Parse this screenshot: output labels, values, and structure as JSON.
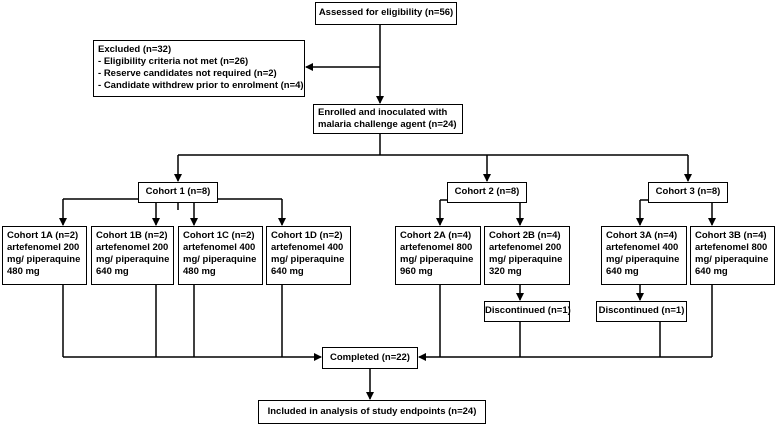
{
  "assessed": "Assessed for eligibility (n=56)",
  "excluded": {
    "title": "Excluded (n=32)",
    "items": [
      "Eligibility criteria not met (n=26)",
      "Reserve candidates not required (n=2)",
      "Candidate withdrew prior to enrolment (n=4)"
    ]
  },
  "enrolled": [
    "Enrolled and inoculated with",
    "malaria challenge agent (n=24)"
  ],
  "cohorts": {
    "c1": "Cohort 1 (n=8)",
    "c2": "Cohort 2 (n=8)",
    "c3": "Cohort 3 (n=8)"
  },
  "subcohorts": {
    "c1a": [
      "Cohort 1A (n=2)",
      "artefenomel 200",
      "mg/ piperaquine",
      "480 mg"
    ],
    "c1b": [
      "Cohort 1B (n=2)",
      "artefenomel 200",
      "mg/ piperaquine",
      "640 mg"
    ],
    "c1c": [
      "Cohort 1C (n=2)",
      "artefenomel 400",
      "mg/ piperaquine",
      "480 mg"
    ],
    "c1d": [
      "Cohort 1D (n=2)",
      "artefenomel 400",
      "mg/ piperaquine",
      "640 mg"
    ],
    "c2a": [
      "Cohort 2A (n=4)",
      "artefenomel 800",
      "mg/ piperaquine",
      "960 mg"
    ],
    "c2b": [
      "Cohort 2B (n=4)",
      "artefenomel 200",
      "mg/ piperaquine",
      "320 mg"
    ],
    "c3a": [
      "Cohort 3A (n=4)",
      "artefenomel 400",
      "mg/ piperaquine",
      "640 mg"
    ],
    "c3b": [
      "Cohort 3B (n=4)",
      "artefenomel 800",
      "mg/ piperaquine",
      "640 mg"
    ]
  },
  "discontinued_2b": "Discontinued (n=1)",
  "discontinued_3a": "Discontinued (n=1)",
  "completed": "Completed (n=22)",
  "analysis": "Included in analysis of study endpoints (n=24)"
}
